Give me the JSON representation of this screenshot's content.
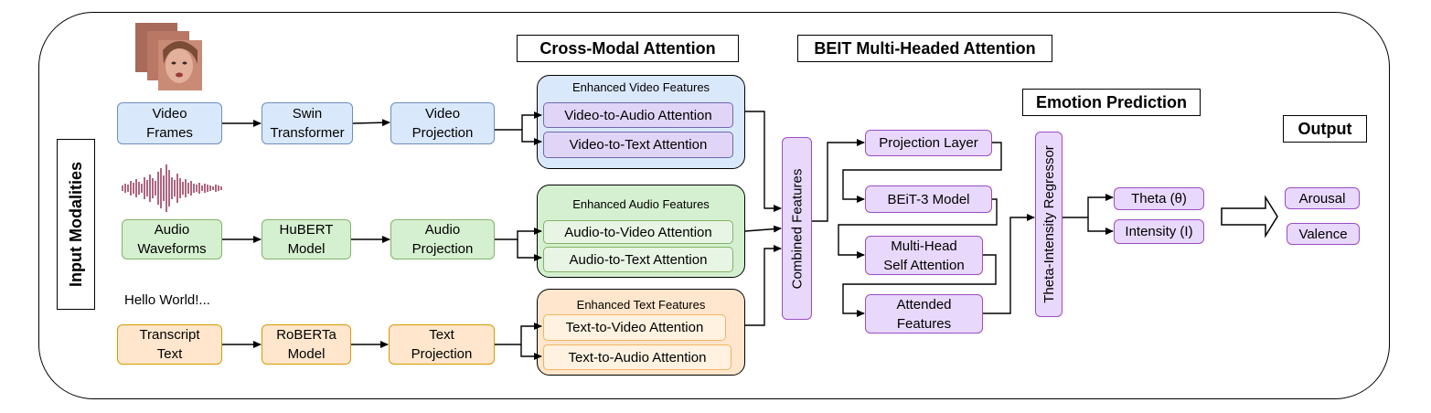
{
  "headers": {
    "cross_modal": "Cross-Modal Attention",
    "beit": "BEIT Multi-Headed Attention",
    "emotion": "Emotion Prediction",
    "output": "Output",
    "input_modalities": "Input Modalities"
  },
  "video": {
    "input": "Video\nFrames",
    "encoder": "Swin\nTransformer",
    "projection": "Video\nProjection",
    "group_title": "Enhanced Video Features",
    "att1": "Video-to-Audio Attention",
    "att2": "Video-to-Text Attention"
  },
  "audio": {
    "input": "Audio\nWaveforms",
    "encoder": "HuBERT\nModel",
    "projection": "Audio\nProjection",
    "group_title": "Enhanced Audio Features",
    "att1": "Audio-to-Video Attention",
    "att2": "Audio-to-Text Attention"
  },
  "text": {
    "sample": "Hello World!...",
    "input": "Transcript\nText",
    "encoder": "RoBERTa\nModel",
    "projection": "Text\nProjection",
    "group_title": "Enhanced Text Features",
    "att1": "Text-to-Video Attention",
    "att2": "Text-to-Audio Attention"
  },
  "combined": "Combined Features",
  "beit_stack": {
    "projection_layer": "Projection Layer",
    "beit3": "BEiT-3 Model",
    "mhsa": "Multi-Head\nSelf Attention",
    "attended": "Attended\nFeatures"
  },
  "regressor": "Theta-Intensity Regressor",
  "predictions": {
    "theta": "Theta (θ)",
    "intensity": "Intensity (I)"
  },
  "outputs": {
    "arousal": "Arousal",
    "valence": "Valence"
  },
  "colors": {
    "blue_fill": "#dae8fc",
    "blue_border": "#6c8ebf",
    "green_fill": "#d5f0d0",
    "green_border": "#82b366",
    "orange_fill": "#ffe6cc",
    "orange_border": "#d79b00",
    "purple_fill": "#e8d8fb",
    "purple_border": "#9a4ec4"
  },
  "icons": [
    "face-photo-stack",
    "audio-waveform"
  ]
}
